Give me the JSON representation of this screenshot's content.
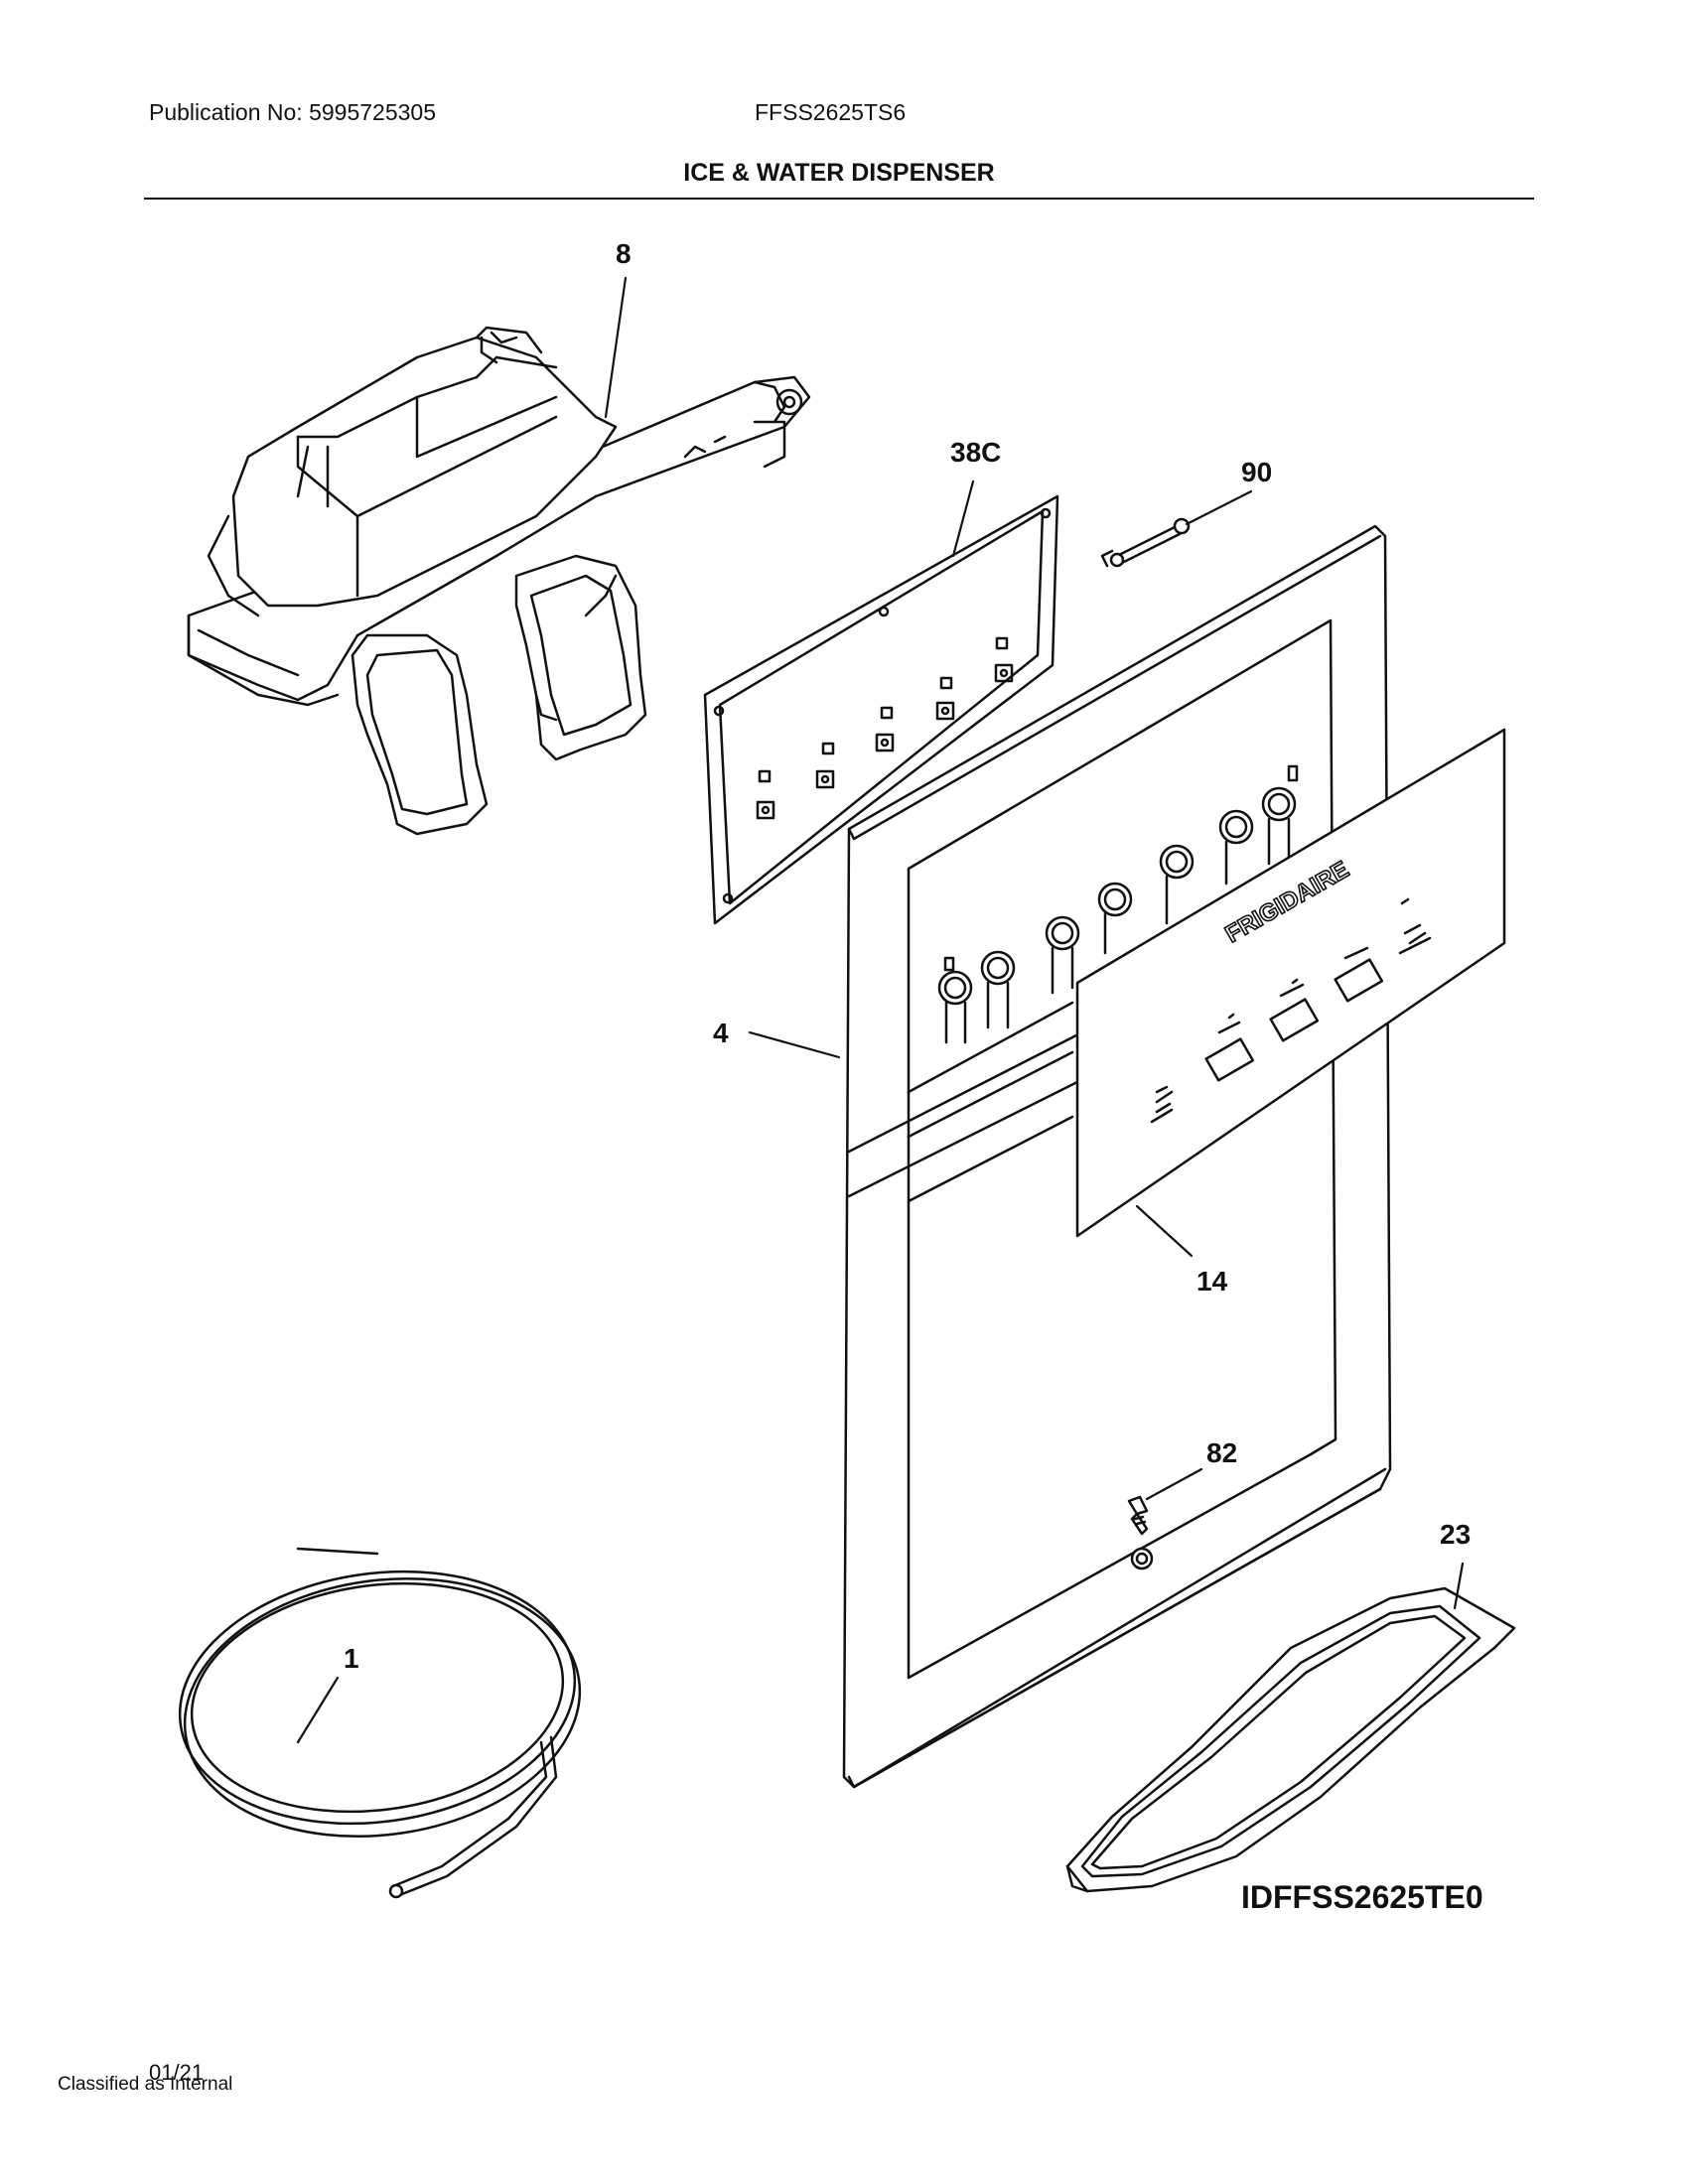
{
  "header": {
    "publication": "Publication No: 5995725305",
    "model": "FFSS2625TS6"
  },
  "title": "ICE & WATER DISPENSER",
  "callouts": {
    "c8": "8",
    "c38c": "38C",
    "c90": "90",
    "c4": "4",
    "c14": "14",
    "c82": "82",
    "c23": "23",
    "c1": "1"
  },
  "brand_logo": "FRIGIDAIRE",
  "diagram_id": "IDFFSS2625TE0",
  "footer": {
    "date": "01/21",
    "classification": "Classified as Internal"
  },
  "colors": {
    "line": "#111111",
    "background": "#ffffff"
  }
}
